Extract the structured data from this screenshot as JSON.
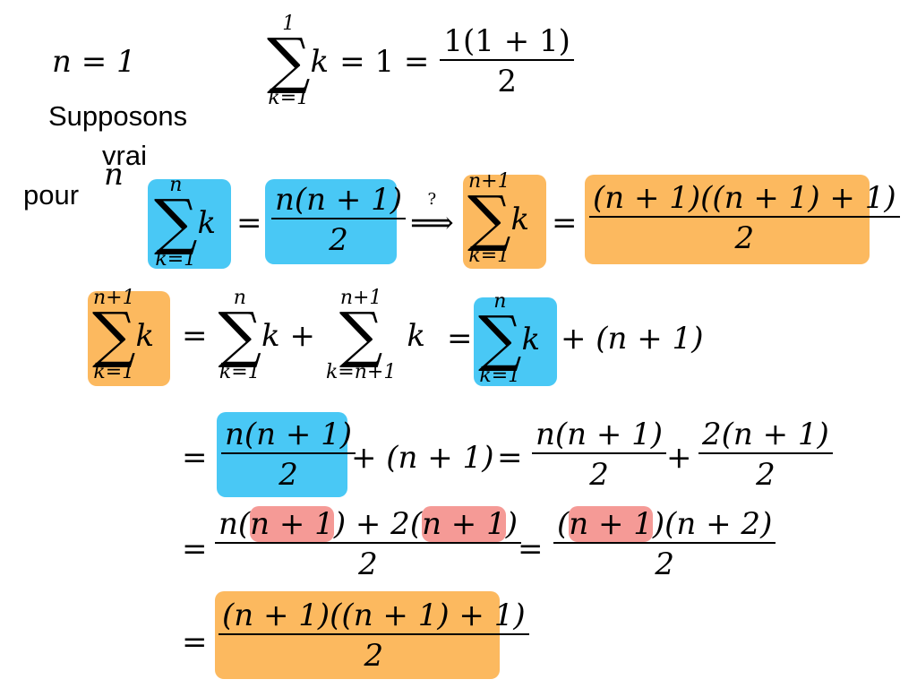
{
  "base_case": {
    "n_eq": "n = 1",
    "sum_upper": "1",
    "sum_lower": "k=1",
    "sigma": "∑",
    "term": "k",
    "eq_one": "= 1 =",
    "frac_num": "1(1 + 1)",
    "frac_den": "2"
  },
  "hypothesis": {
    "line1": "Supposons",
    "line2": "vrai",
    "line3": "pour",
    "var": "n"
  },
  "claim": {
    "lhs_upper": "n",
    "lhs_lower": "k=1",
    "term": "k",
    "eq": "=",
    "rhs_num": "n(n + 1)",
    "rhs_den": "2",
    "arrow_q": "?",
    "arrow": "⟹",
    "target_upper": "n+1",
    "target_lower": "k=1",
    "target_eq": "=",
    "target_num": "(n + 1)((n + 1) + 1)",
    "target_den": "2"
  },
  "step1": {
    "a_upper": "n+1",
    "a_lower": "k=1",
    "term": "k",
    "eq1": "=",
    "b_upper": "n",
    "b_lower": "k=1",
    "plus1": "k +",
    "c_upper": "n+1",
    "c_lower": "k=n+1",
    "c_term": "k",
    "eq2": "=",
    "d_upper": "n",
    "d_lower": "k=1",
    "d_term": "k",
    "tail": "+ (n + 1)"
  },
  "step2": {
    "eq": "=",
    "f1_num": "n(n + 1)",
    "f1_den": "2",
    "mid": "+ (n + 1)",
    "eq2": "=",
    "f2_num": "n(n + 1)",
    "f2_den": "2",
    "plus": "+",
    "f3_num": "2(n + 1)",
    "f3_den": "2"
  },
  "step3": {
    "eq": "=",
    "n1_pre": "n(",
    "n1_hl": "n + 1",
    "n1_mid": ") + 2(",
    "n1_hl2": "n + 1",
    "n1_post": ")",
    "den1": "2",
    "eq2": "=",
    "n2_pre": "(",
    "n2_hl": "n + 1",
    "n2_post": ")(n + 2)",
    "den2": "2"
  },
  "step4": {
    "eq": "=",
    "num": "(n + 1)((n + 1) + 1)",
    "den": "2"
  },
  "colors": {
    "blue_highlight": "#49c8f5",
    "orange_highlight": "#fcb95f",
    "pink_highlight": "#f59a96"
  }
}
